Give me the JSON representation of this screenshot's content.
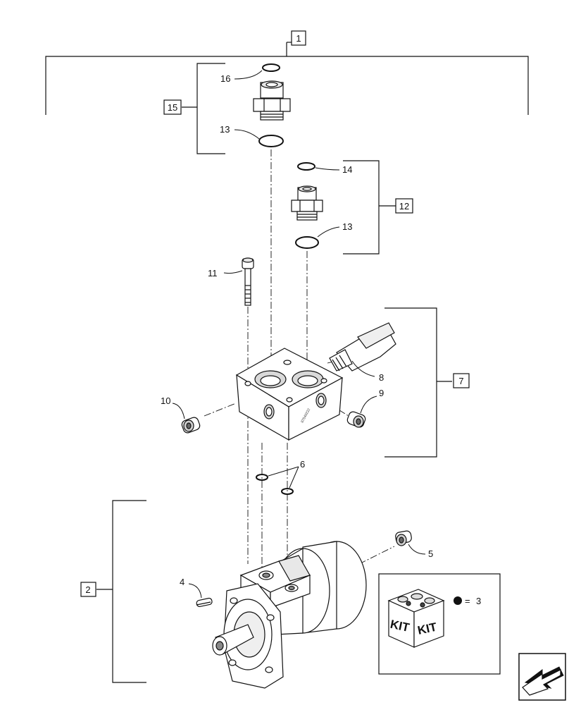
{
  "callouts": {
    "assembly_1": "1",
    "motor_2": "2",
    "kit_3": "3",
    "key_4": "4",
    "plug_5": "5",
    "oring_6": "6",
    "valve_block_7": "7",
    "relief_valve_8": "8",
    "plug_9": "9",
    "plug_10": "10",
    "bolt_11": "11",
    "fitting_12": "12",
    "oring_13_upper": "13",
    "oring_13_lower": "13",
    "oring_14": "14",
    "fitting_15": "15",
    "oring_16": "16"
  },
  "kit_legend": {
    "kit_left": "KIT",
    "kit_right": "KIT",
    "equals": "=",
    "ref": "3"
  },
  "block_stamp": "87540222",
  "icons": {
    "nav_arrow": "next-page-arrow-icon",
    "kit_box": "kit-box-icon"
  },
  "colors": {
    "line": "#111111",
    "fill": "#ffffff",
    "shade": "#cfcfcf"
  }
}
